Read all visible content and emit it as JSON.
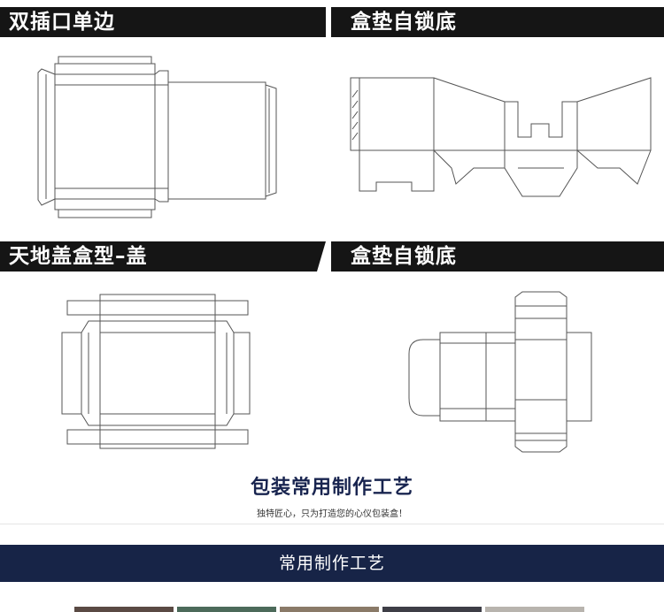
{
  "panels": [
    {
      "id": "double-tuck-single-side",
      "title": "双插口单边"
    },
    {
      "id": "box-pad-auto-lock-bottom-1",
      "title": "盒垫自锁底"
    },
    {
      "id": "top-bottom-lid-box",
      "title": "天地盖盒型–盖"
    },
    {
      "id": "box-pad-auto-lock-bottom-2",
      "title": "盒垫自锁底"
    }
  ],
  "section": {
    "title": "包装常用制作工艺",
    "subtitle": "独特匠心，只为打造您的心仪包装盒！"
  },
  "banner": {
    "label": "常用制作工艺"
  },
  "colors": {
    "header_bg": "#151515",
    "navy": "#172447",
    "title_text": "#18244f",
    "line": "#555555"
  }
}
